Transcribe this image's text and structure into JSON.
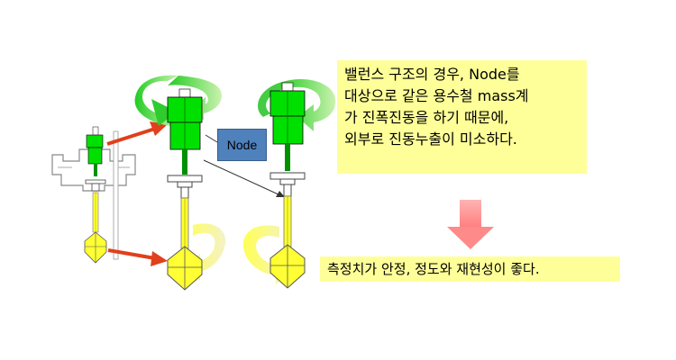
{
  "note_main": {
    "lines": [
      "밸런스 구조의 경우, Node를",
      "대상으로 같은 용수철 mass계",
      "가 진폭진동을 하기 때문에,",
      "외부로 진동누출이 미소하다."
    ]
  },
  "node_label": "Node",
  "note_result": "측정치가 안정, 정도와 재현성이 좋다.",
  "colors": {
    "note_bg": "#ffff99",
    "mass_green": "#00e000",
    "mass_yellow": "#ffff33",
    "arrow_red": "#e0401c",
    "arrow_pink": "#ff9999",
    "node_blue": "#4f81bd",
    "swirl_green": "#66dd55",
    "swirl_yellow": "#ffff66"
  }
}
